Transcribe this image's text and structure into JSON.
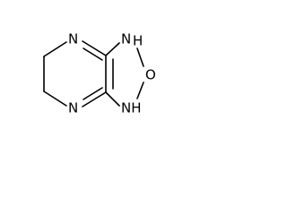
{
  "molecule": {
    "atoms": {
      "n_imine_top": "N",
      "n_imine_bottom": "N",
      "nh_top": "N",
      "h_top": "H",
      "o_ring": "O",
      "nh_bottom": "NH"
    },
    "colors": {
      "bond": "#000000",
      "label": "#000000",
      "background": "#ffffff"
    }
  }
}
